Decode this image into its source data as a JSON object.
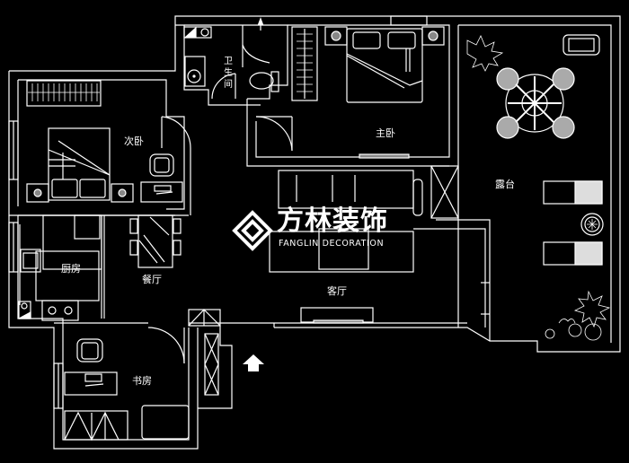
{
  "diagram": {
    "type": "floor-plan",
    "line_color": "#ffffff",
    "background": "#000000",
    "rooms": {
      "bathroom": "卫生间",
      "master_bedroom": "主卧",
      "second_bedroom": "次卧",
      "kitchen": "厨房",
      "dining_room": "餐厅",
      "living_room": "客厅",
      "study": "书房",
      "terrace": "露台"
    },
    "bathroom_chars": [
      "卫",
      "生",
      "间"
    ],
    "entrance_marker": "entrance-arrow"
  },
  "watermark": {
    "name_cn": "方林装饰",
    "name_en": "FANGLIN DECORATION"
  }
}
